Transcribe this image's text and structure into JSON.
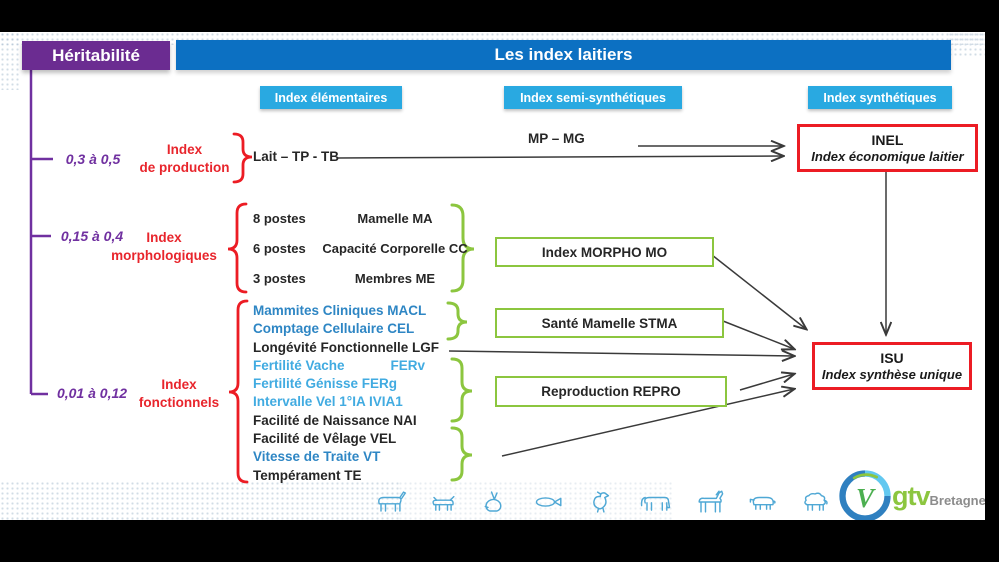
{
  "header": {
    "heritability_label": "Héritabilité",
    "title": "Les index laitiers"
  },
  "columns": {
    "elementary": "Index élémentaires",
    "semi_synthetic": "Index semi-synthétiques",
    "synthetic": "Index synthétiques"
  },
  "production": {
    "heritability": "0,3 à 0,5",
    "label_line1": "Index",
    "label_line2": "de production",
    "elementary": "Lait – TP - TB",
    "semi_synthetic": "MP – MG"
  },
  "morphology": {
    "heritability": "0,15 à 0,4",
    "label_line1": "Index",
    "label_line2": "morphologiques",
    "rows": [
      {
        "postes": "8 postes",
        "trait": "Mamelle  MA"
      },
      {
        "postes": "6 postes",
        "trait": "Capacité Corporelle  CC"
      },
      {
        "postes": "3 postes",
        "trait": "Membres  ME"
      }
    ],
    "box": "Index MORPHO MO"
  },
  "functional": {
    "heritability": "0,01 à 0,12",
    "label_line1": "Index",
    "label_line2": "fonctionnels",
    "traits": [
      {
        "label": "Mammites Cliniques  MACL",
        "color": "#2e86c4"
      },
      {
        "label": "Comptage Cellulaire CEL",
        "color": "#2e86c4"
      },
      {
        "label": "Longévité Fonctionnelle LGF",
        "color": "#262626"
      },
      {
        "label": "Fertilité Vache",
        "code": "FERv",
        "color": "#41abe1"
      },
      {
        "label": "Fertilité Génisse FERg",
        "color": "#41abe1"
      },
      {
        "label": "Intervalle Vel 1°IA  IVIA1",
        "color": "#41abe1"
      },
      {
        "label": "Facilité de Naissance NAI",
        "color": "#262626"
      },
      {
        "label": "Facilité de Vêlage VEL",
        "color": "#262626"
      },
      {
        "label": "Vitesse de Traite VT",
        "color": "#2e86c4"
      },
      {
        "label": "Tempérament TE",
        "color": "#262626"
      }
    ],
    "boxes": {
      "udder_health": "Santé Mamelle STMA",
      "reproduction": "Reproduction REPRO"
    }
  },
  "synthetic": {
    "inel_title": "INEL",
    "inel_subtitle": "Index économique laitier",
    "isu_title": "ISU",
    "isu_subtitle": "Index synthèse unique"
  },
  "footer": {
    "logo_text": "gtv",
    "logo_region": "Bretagne",
    "logo_letter": "V",
    "animals": [
      "goat",
      "dog",
      "rabbit",
      "fish",
      "hen",
      "cow",
      "horse",
      "pig",
      "sheep"
    ]
  },
  "colors": {
    "heritability_purple": "#6b2c91",
    "title_blue": "#0c70c2",
    "button_blue": "#29a9e1",
    "red": "#ec1c24",
    "green": "#8cc63f",
    "medium_blue_text": "#2e86c4",
    "light_blue_text": "#41abe1",
    "purple_text": "#7030a0",
    "animal_blue": "#4fa8d5"
  }
}
